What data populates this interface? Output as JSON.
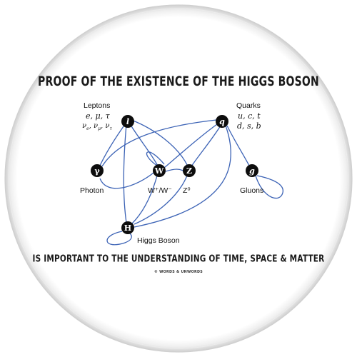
{
  "title": "PROOF OF THE EXISTENCE OF THE HIGGS BOSON",
  "subtitle": "IS IMPORTANT TO THE UNDERSTANDING OF TIME, SPACE & MATTER",
  "brand": "© WORDS & UNWORDS",
  "leptons": {
    "heading": "Leptons",
    "line1": "e, μ, τ",
    "line2": "νₑ, ν_μ, ν_τ"
  },
  "quarks": {
    "heading": "Quarks",
    "line1": "u, c, t",
    "line2": "d, s, b"
  },
  "nodes": {
    "lepton": "l",
    "quark": "q",
    "photon": "γ",
    "w": "W",
    "z": "Z",
    "gluon": "g",
    "higgs": "H"
  },
  "labels": {
    "photon": "Photon",
    "w": "W⁺/W⁻",
    "z": "Z⁰",
    "gluon": "Gluons",
    "higgs": "Higgs Boson"
  },
  "colors": {
    "connector": "#3b62b5",
    "node": "#0d0d0d",
    "rim": "#d8d8d8"
  }
}
